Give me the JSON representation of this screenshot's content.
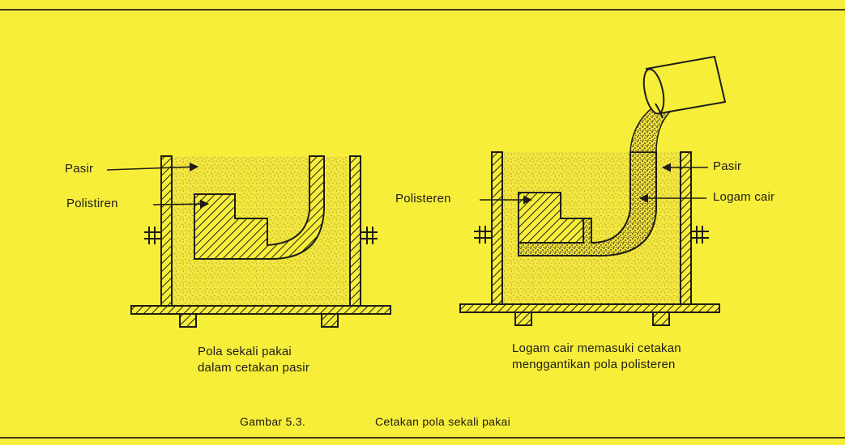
{
  "labels": {
    "left_sand": "Pasir",
    "left_polystyrene": "Polistiren",
    "right_polystyrene": "Polisteren",
    "right_sand": "Pasir",
    "right_molten_metal": "Logam cair"
  },
  "captions": {
    "left_line1": "Pola sekali pakai",
    "left_line2": "dalam cetakan pasir",
    "right_line1": "Logam cair memasuki cetakan",
    "right_line2": "menggantikan pola polisteren"
  },
  "figure_caption": {
    "number": "Gambar 5.3.",
    "title": "Cetakan pola sekali pakai"
  },
  "colors": {
    "background": "#f7ee3a",
    "ink": "#1d1c17"
  }
}
